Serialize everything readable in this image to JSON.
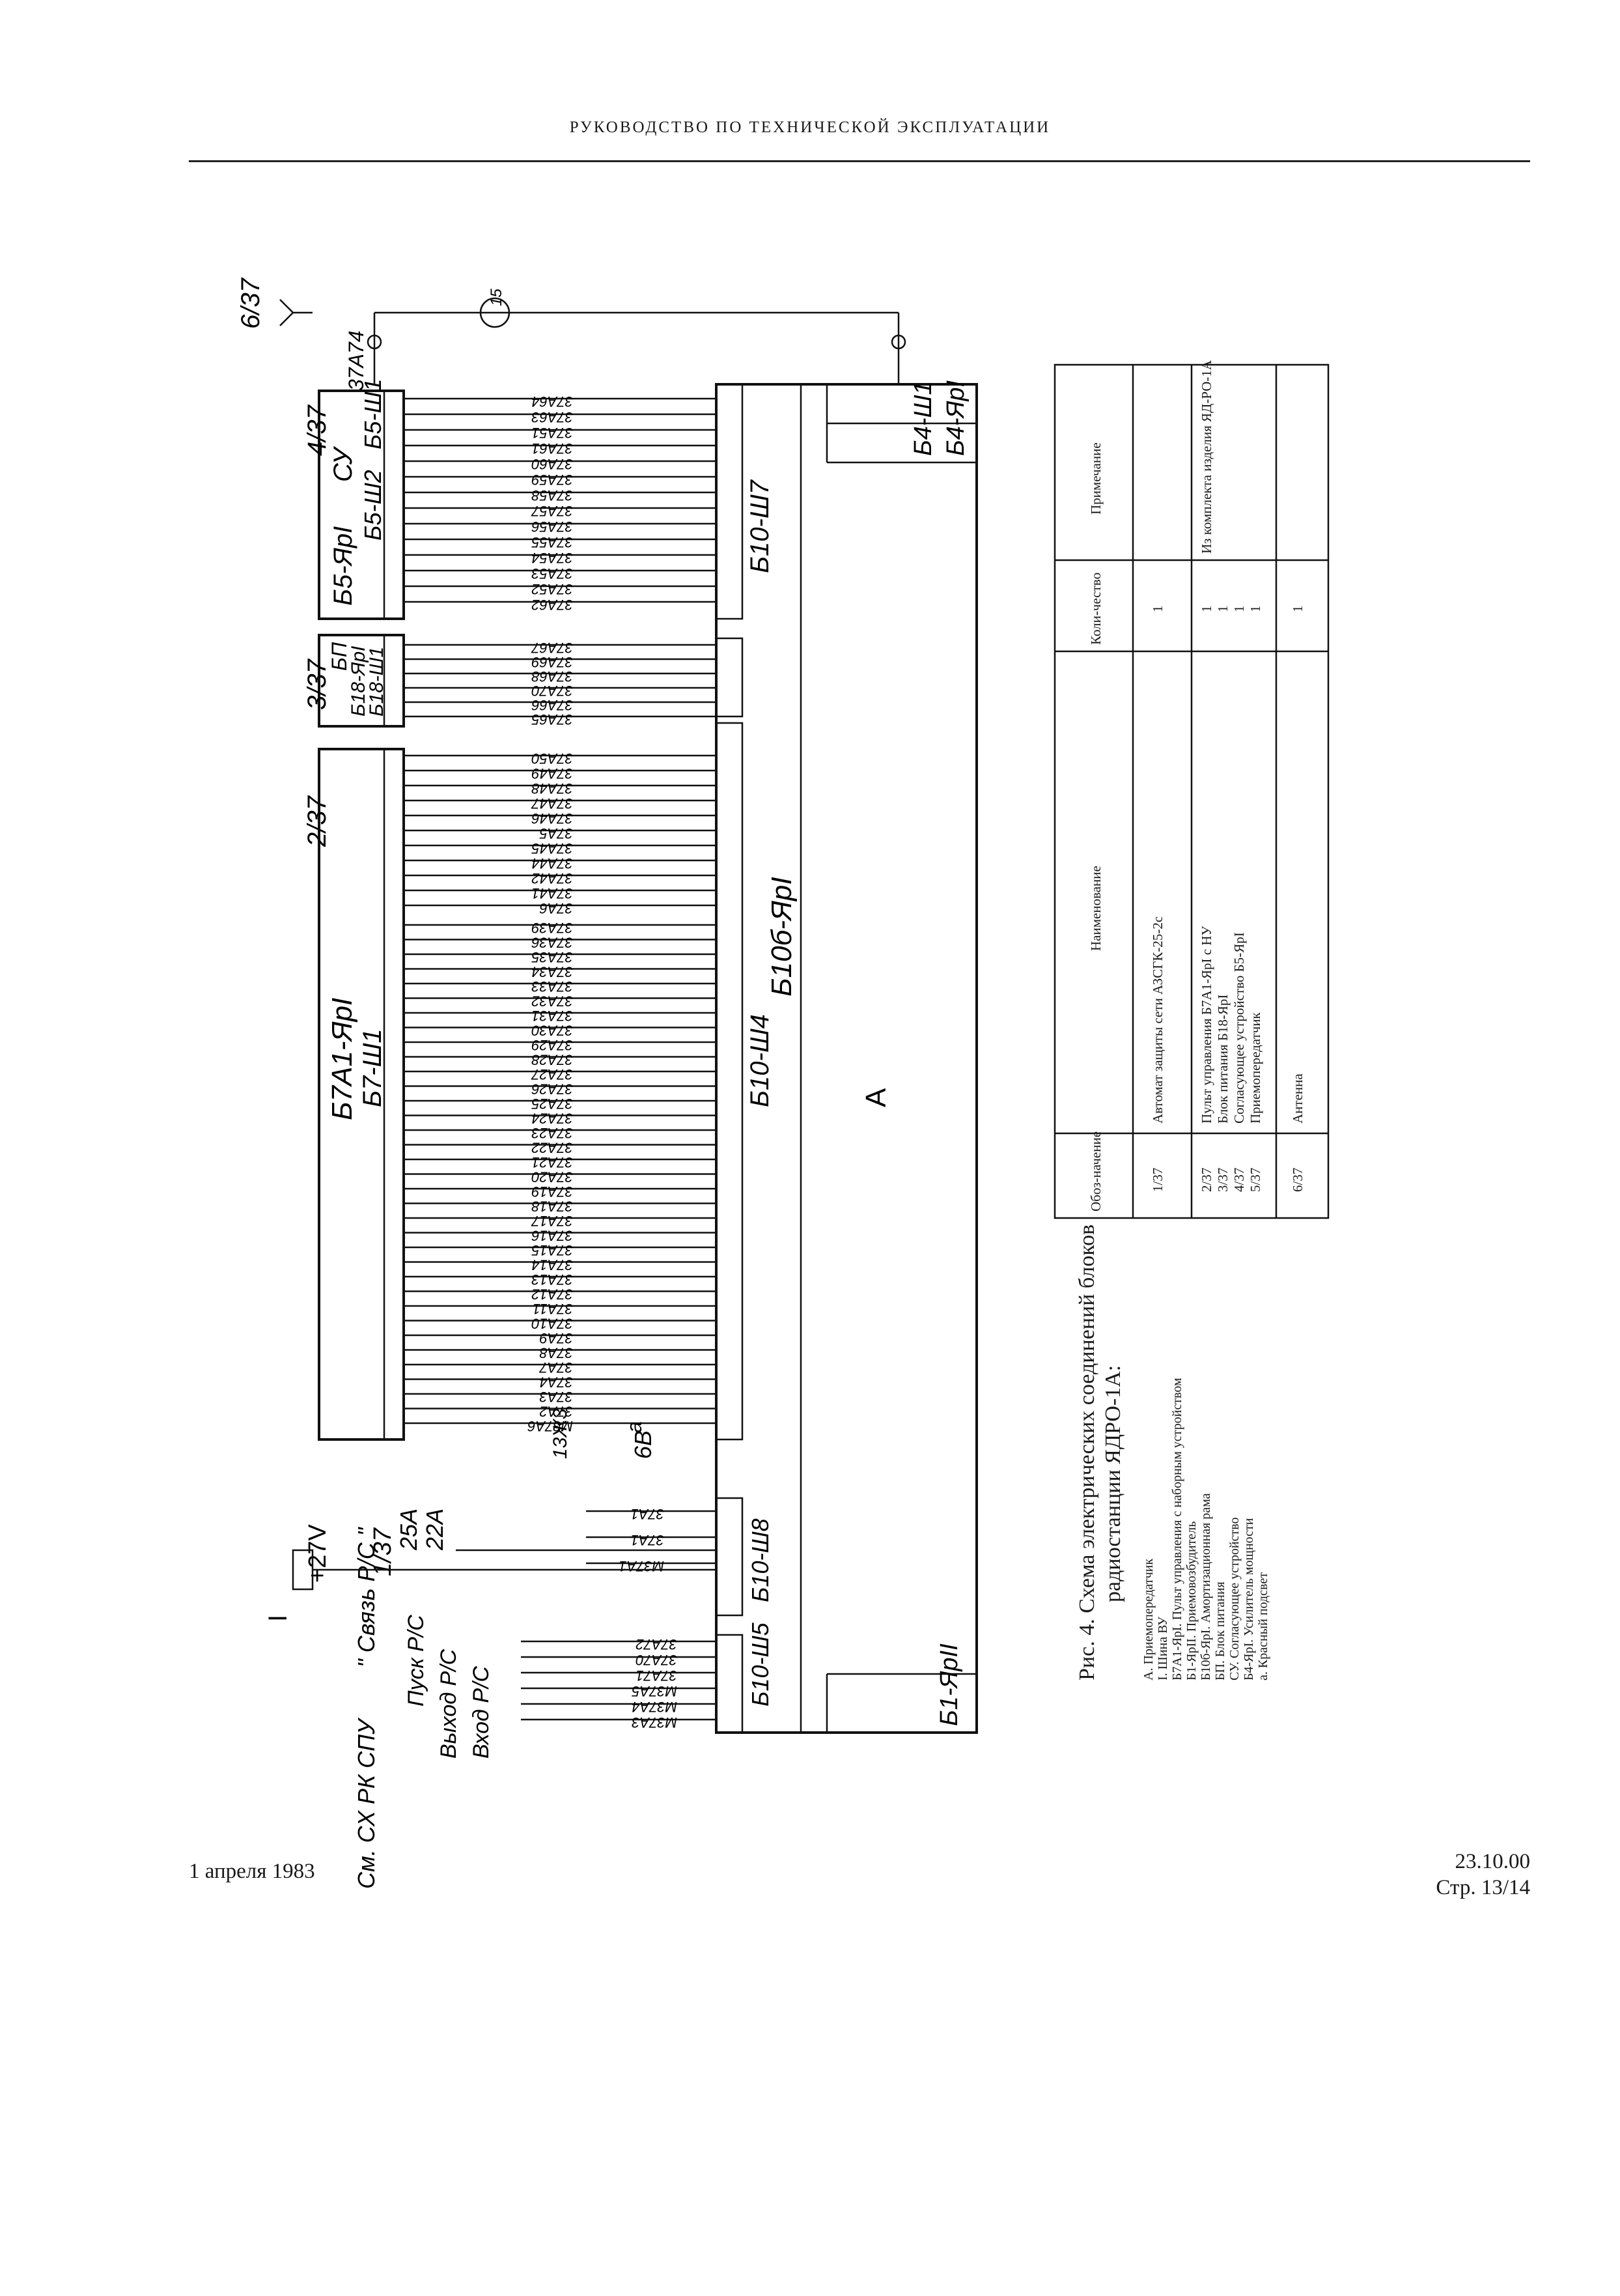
{
  "header": {
    "title": "РУКОВОДСТВО ПО ТЕХНИЧЕСКОЙ ЭКСПЛУАТАЦИИ"
  },
  "footer": {
    "date": "1 апреля 1983",
    "revision": "23.10.00",
    "page": "Стр. 13/14"
  },
  "diagram": {
    "big_block": "А",
    "blocks": {
      "b7": "Б7А1-ЯрI",
      "b7_conn": "Б7-Ш1",
      "b5": "Б5-ЯрI",
      "su": "СУ",
      "b5_conn2": "Б5-Ш2",
      "b5_conn1": "Б5-Ш1",
      "bp": "БП",
      "b18": "Б18-ЯрI",
      "b18_conn": "Б18-Ш1",
      "b10b": "Б10б-ЯрI",
      "b10_sh4": "Б10-Ш4",
      "b10_sh7": "Б10-Ш7",
      "b10_sh8": "Б10-Ш8",
      "b10_sh5": "Б10-Ш5",
      "b4_conn": "Б4-Ш1",
      "b4": "Б4-ЯрI",
      "b1": "Б1-ЯрII"
    },
    "labels": {
      "l1": "I",
      "v27": "+27V",
      "ref137": "1/37",
      "r25a": "25А",
      "r22a": "22А",
      "sv": "\" Связь Р/С \"",
      "ref237": "2/37",
      "ref337": "3/37",
      "ref437": "4/37",
      "ref637": "6/37",
      "w3774": "37А74",
      "fuse": "15",
      "ref6v": "6В",
      "ref_a": "а",
      "w3z3": "13Ж3",
      "smsx": "См. СХ РК СПУ",
      "pusk": "Пуск Р/С",
      "vyhod": "Выход Р/С",
      "vhod": "Вход Р/С"
    },
    "wires_b4": [
      "37А64",
      "37А63",
      "37А51",
      "37А61",
      "37А60",
      "37А59",
      "37А58",
      "37А57",
      "37А56",
      "37А55",
      "37А54",
      "37А53",
      "37А52",
      "37А62"
    ],
    "wires_b18": [
      "37А67",
      "37А69",
      "37А68",
      "37А70",
      "37А66",
      "37А65"
    ],
    "wires_b7_top": [
      "37А50",
      "37А49",
      "37А48",
      "37А47",
      "37А46",
      "37А5",
      "37А45",
      "37А44",
      "37А42",
      "37А41",
      "37А6"
    ],
    "wires_b7_mid": [
      "37А39",
      "37А36",
      "37А35",
      "37А34",
      "37А33",
      "37А32",
      "37А31",
      "37А30",
      "37А29",
      "37А28",
      "37А27",
      "37А26",
      "37А25",
      "37А24",
      "37А23",
      "37А22",
      "37А21",
      "37А20",
      "37А19",
      "37А18",
      "37А17",
      "37А16",
      "37А15",
      "37А14",
      "37А13",
      "37А12",
      "37А11",
      "37А10",
      "37А9",
      "37А8",
      "37А7",
      "37А4",
      "37А3",
      "37А2",
      "М37А6"
    ],
    "wires_sh8": [
      "37А1",
      "37А1",
      "М37А1"
    ],
    "wires_sh5": [
      "37А72",
      "37А70",
      "37А71",
      "М37А5",
      "М37А4",
      "М37А3"
    ]
  },
  "table": {
    "headers": [
      "Обоз-начение",
      "Наименование",
      "Коли-чество",
      "Примечание"
    ],
    "rows": [
      {
        "code": "1/37",
        "name": "Автомат защиты сети АЗСГК-25-2с",
        "qty": "1",
        "note": ""
      },
      {
        "code": "2/37",
        "name": "Пульт управления Б7А1-ЯрI с НУ",
        "qty": "1",
        "note": "Из комплекта изделия ЯД-РО-1А"
      },
      {
        "code": "3/37",
        "name": "Блок питания Б18-ЯрI",
        "qty": "1",
        "note": ""
      },
      {
        "code": "4/37",
        "name": "Согласующее устройство Б5-ЯрI",
        "qty": "1",
        "note": ""
      },
      {
        "code": "5/37",
        "name": "Приемопередатчик",
        "qty": "1",
        "note": ""
      },
      {
        "code": "6/37",
        "name": "Антенна",
        "qty": "1",
        "note": ""
      }
    ]
  },
  "caption": {
    "title_line1": "Рис. 4. Схема электрических соединений блоков",
    "title_line2": "радиостанции ЯДРО-1А:",
    "legend": [
      "А. Приемопередатчик",
      "I. Шина ВУ",
      "Б7А1-ЯрI. Пульт управления с наборным устройством",
      "Б1-ЯрII. Приемовозбудитель",
      "Б10б-ЯрI. Амортизационная рама",
      "БП. Блок питания",
      "СУ. Согласующее устройство",
      "Б4-ЯрI. Усилитель мощности",
      "а. Красный подсвет"
    ]
  },
  "colors": {
    "ink": "#1a1a1a",
    "paper": "#ffffff"
  }
}
